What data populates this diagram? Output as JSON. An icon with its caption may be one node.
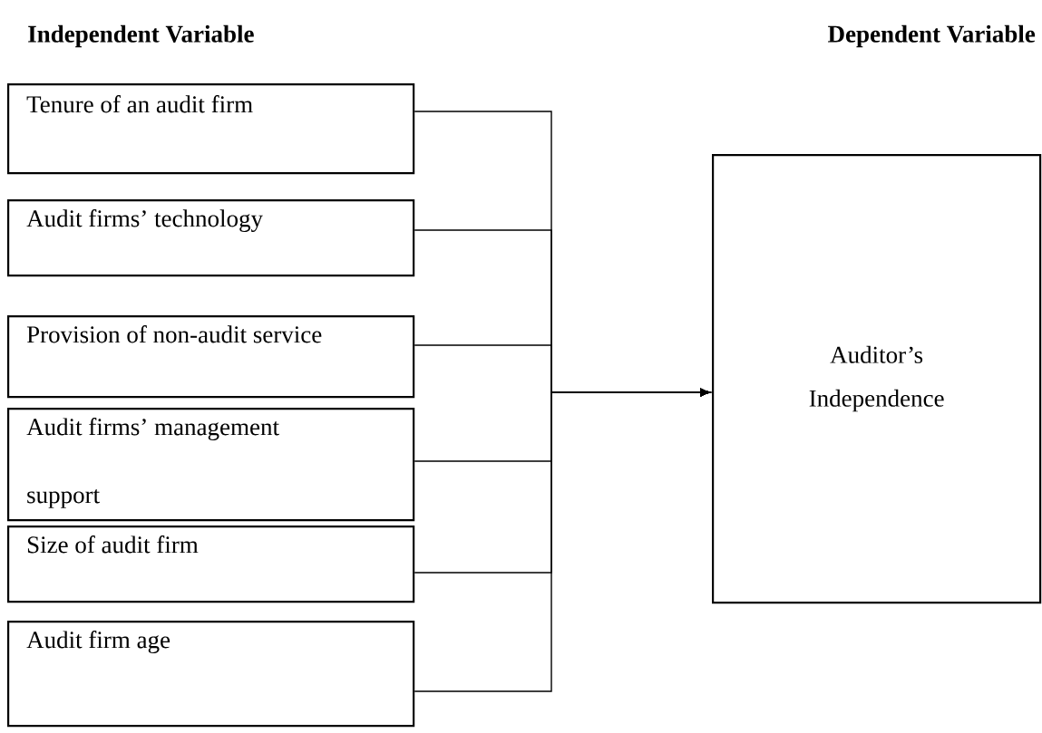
{
  "diagram": {
    "nodes": [
      {
        "text": [
          "Tenure of an audit firm"
        ]
      },
      {
        "text": [
          "Audit firms’ technology"
        ]
      },
      {
        "text": [
          "Provision of non-audit service"
        ]
      },
      {
        "text": [
          "Audit firms’ management support"
        ]
      },
      {
        "text": [
          "Size of audit firm"
        ]
      },
      {
        "text": [
          "Audit firm age"
        ]
      },
      {
        "text": [
          "Auditor’s Independence"
        ]
      }
    ],
    "edges": [
      {
        "from": 0,
        "to": 6,
        "arrow": "to"
      },
      {
        "from": 1,
        "to": 6,
        "arrow": "to"
      },
      {
        "from": 2,
        "to": 6,
        "arrow": "to"
      },
      {
        "from": 3,
        "to": 6,
        "arrow": "to"
      },
      {
        "from": 4,
        "to": 6,
        "arrow": "to"
      },
      {
        "from": 5,
        "to": 6,
        "arrow": "to"
      }
    ],
    "labels": [
      "Independent Variable",
      "Dependent Variable"
    ]
  }
}
